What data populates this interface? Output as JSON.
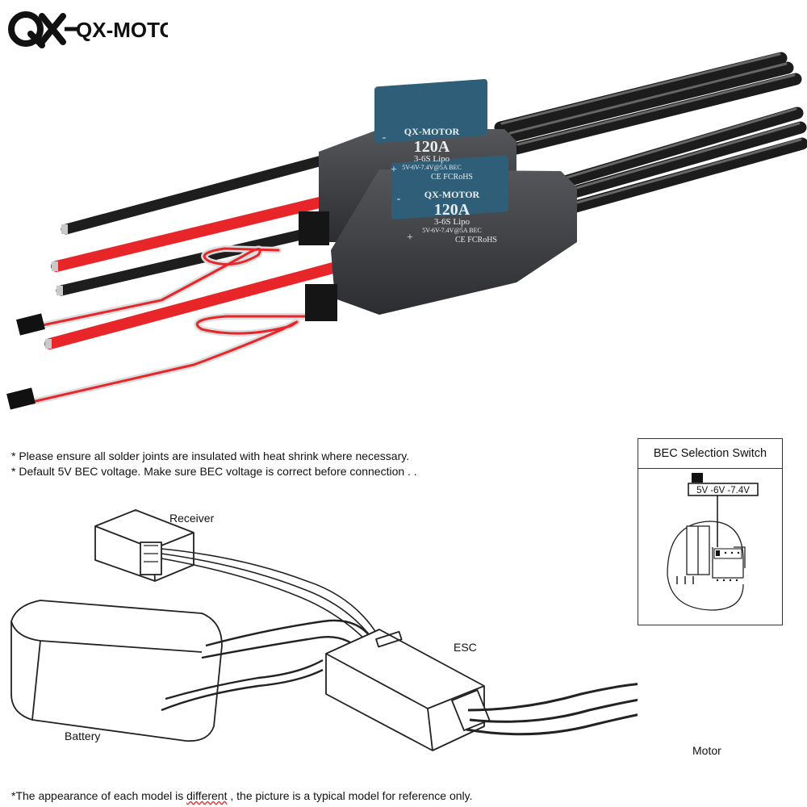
{
  "logo": {
    "text": "QX-MOTOR"
  },
  "product": {
    "label_brand": "QX-MOTOR",
    "label_current": "120A",
    "label_cells": "3-6S Lipo",
    "label_bec": "5V-6V-7.4V@5A BEC",
    "label_cert": "CE FCRoHS",
    "minus_symbol": "-",
    "plus_symbol": "+"
  },
  "notes": [
    "* Please ensure all solder joints are insulated with heat shrink where necessary.",
    "* Default 5V BEC voltage. Make sure BEC voltage is correct before connection . ."
  ],
  "diagram": {
    "receiver": "Receiver",
    "battery": "Battery",
    "esc": "ESC",
    "motor": "Motor"
  },
  "bec": {
    "title": "BEC Selection Switch",
    "options": "5V -6V -7.4V"
  },
  "footnote": {
    "before": "*The appearance of each model is ",
    "misspelled": "different",
    "after": " , the picture is a typical model for reference only."
  },
  "colors": {
    "wire_red": "#e8262a",
    "wire_black": "#2b2b2b",
    "esc_body": "#3a3b3f",
    "label_blue": "#2f5f78"
  }
}
